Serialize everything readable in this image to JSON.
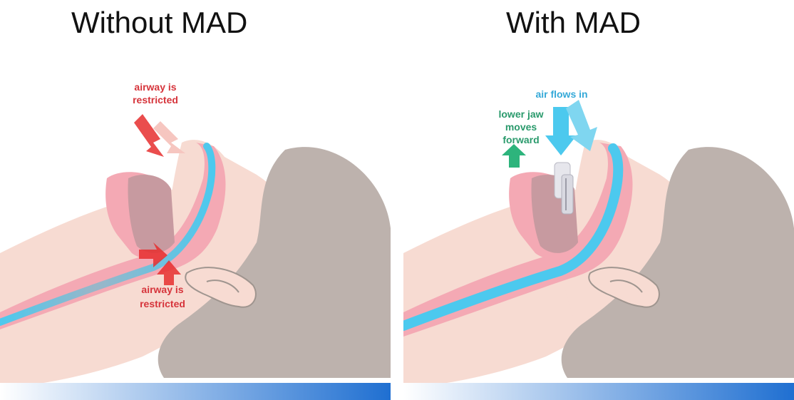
{
  "panels": {
    "left": {
      "title": "Without MAD",
      "upper_label": [
        "airway is",
        "restricted"
      ],
      "lower_label": [
        "airway is",
        "restricted"
      ]
    },
    "right": {
      "title": "With MAD",
      "airflow_label": "air flows in",
      "jaw_label": [
        "lower jaw",
        "moves",
        "forward"
      ]
    }
  },
  "colors": {
    "skin": "#f5d5cc",
    "airway_pink": "#f4a9b4",
    "hair": "#bdb2ad",
    "airflow": "#4cc9ee",
    "restricted_red": "#e62e2e",
    "jaw_green": "#2db47c",
    "pillow_blue": "#1f6fd1"
  }
}
